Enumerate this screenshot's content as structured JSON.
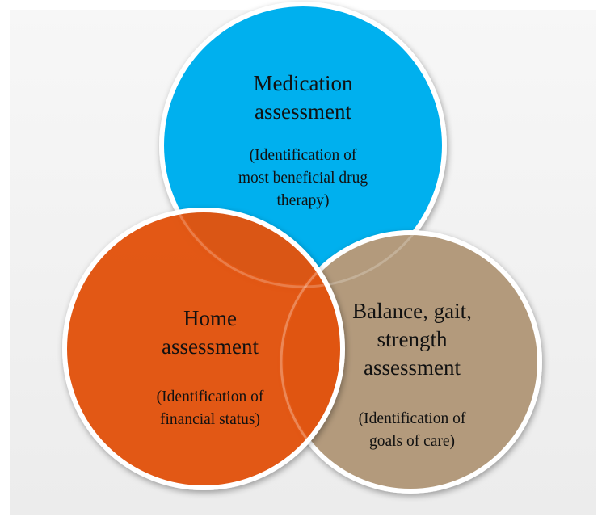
{
  "colors": {
    "background_panel": "#f4f4f4",
    "medication_fill": "#00b0ee",
    "home_fill": "#e4520e",
    "balance_fill": "#b39a7b",
    "border": "#ffffff",
    "text": "#111111"
  },
  "circles": {
    "medication": {
      "title": "Medication\nassessment",
      "subtitle": "(Identification of\nmost beneficial drug\ntherapy)"
    },
    "home": {
      "title": "Home\nassessment",
      "subtitle": "(Identification of\nfinancial status)"
    },
    "balance": {
      "title": "Balance, gait,\nstrength\nassessment",
      "subtitle": "(Identification of\ngoals of care)"
    }
  }
}
